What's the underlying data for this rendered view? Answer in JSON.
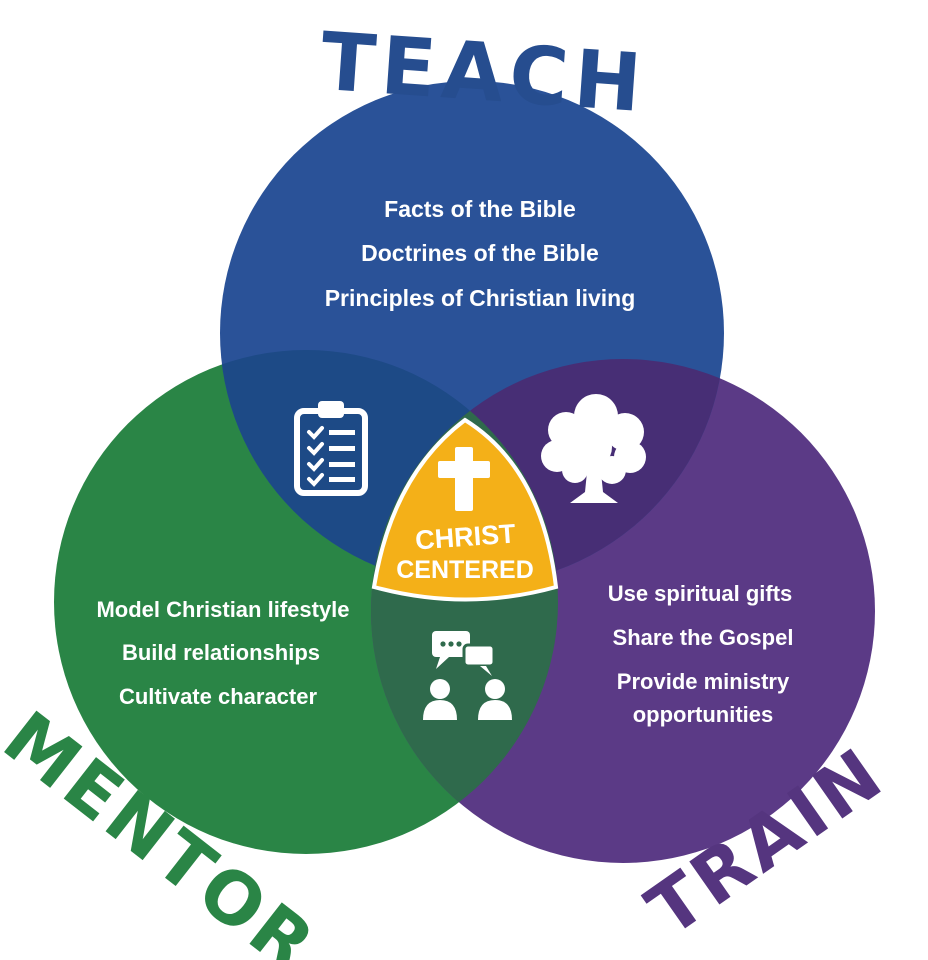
{
  "diagram": {
    "teach": {
      "title": "TEACH",
      "items": [
        "Facts of the Bible",
        "Doctrines of the Bible",
        "Principles of Christian living"
      ],
      "color": "#2a5298"
    },
    "mentor": {
      "title": "MENTOR",
      "items": [
        "Model Christian lifestyle",
        "Build relationships",
        "Cultivate character"
      ],
      "color": "#2a8546"
    },
    "train": {
      "title": "TRAIN",
      "items": [
        "Use spiritual gifts",
        "Share the Gospel",
        "Provide ministry",
        "opportunities"
      ],
      "color": "#5b3a86"
    },
    "center": {
      "line1": "CHRIST",
      "line2": "CENTERED",
      "color": "#f4b018"
    },
    "icons": {
      "teach_mentor": "clipboard-checklist-icon",
      "teach_train": "tree-icon",
      "mentor_train": "people-conversation-icon",
      "center": "cross-icon"
    }
  }
}
